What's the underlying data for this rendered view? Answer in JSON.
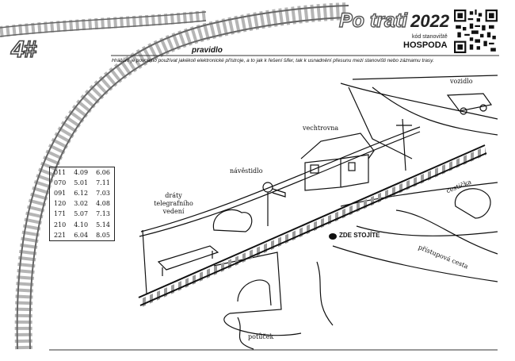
{
  "station_number": "4#",
  "header": {
    "title": "Po trati",
    "year": "2022",
    "code_label": "kód stanoviště",
    "place": "HOSPODA"
  },
  "rules": {
    "heading": "pravidlo",
    "text": "Hráčům je povoleno používat jakékoli elektronické přístroje, a to jak k řešení šifer, tak k usnadnění přesunu mezi stanovišti nebo záznamu trasy."
  },
  "table": {
    "rows": [
      [
        "011",
        "4.09",
        "6.06"
      ],
      [
        "070",
        "5.01",
        "7.11"
      ],
      [
        "091",
        "6.12",
        "7.03"
      ],
      [
        "120",
        "3.02",
        "4.08"
      ],
      [
        "171",
        "5.07",
        "7.13"
      ],
      [
        "210",
        "4.10",
        "5.14"
      ],
      [
        "221",
        "6.04",
        "8.05"
      ]
    ]
  },
  "labels": {
    "vozidlo": "vozidlo",
    "vechtrovna": "vechtrovna",
    "navestidlo": "návěstidlo",
    "draty_1": "dráty",
    "draty_2": "telegrafního",
    "draty_3": "vedení",
    "cesticka": "cestička",
    "zde_stojite": "ZDE STOJÍTE",
    "pristupova_cesta": "přístupová cesta",
    "potucek": "potůček"
  }
}
